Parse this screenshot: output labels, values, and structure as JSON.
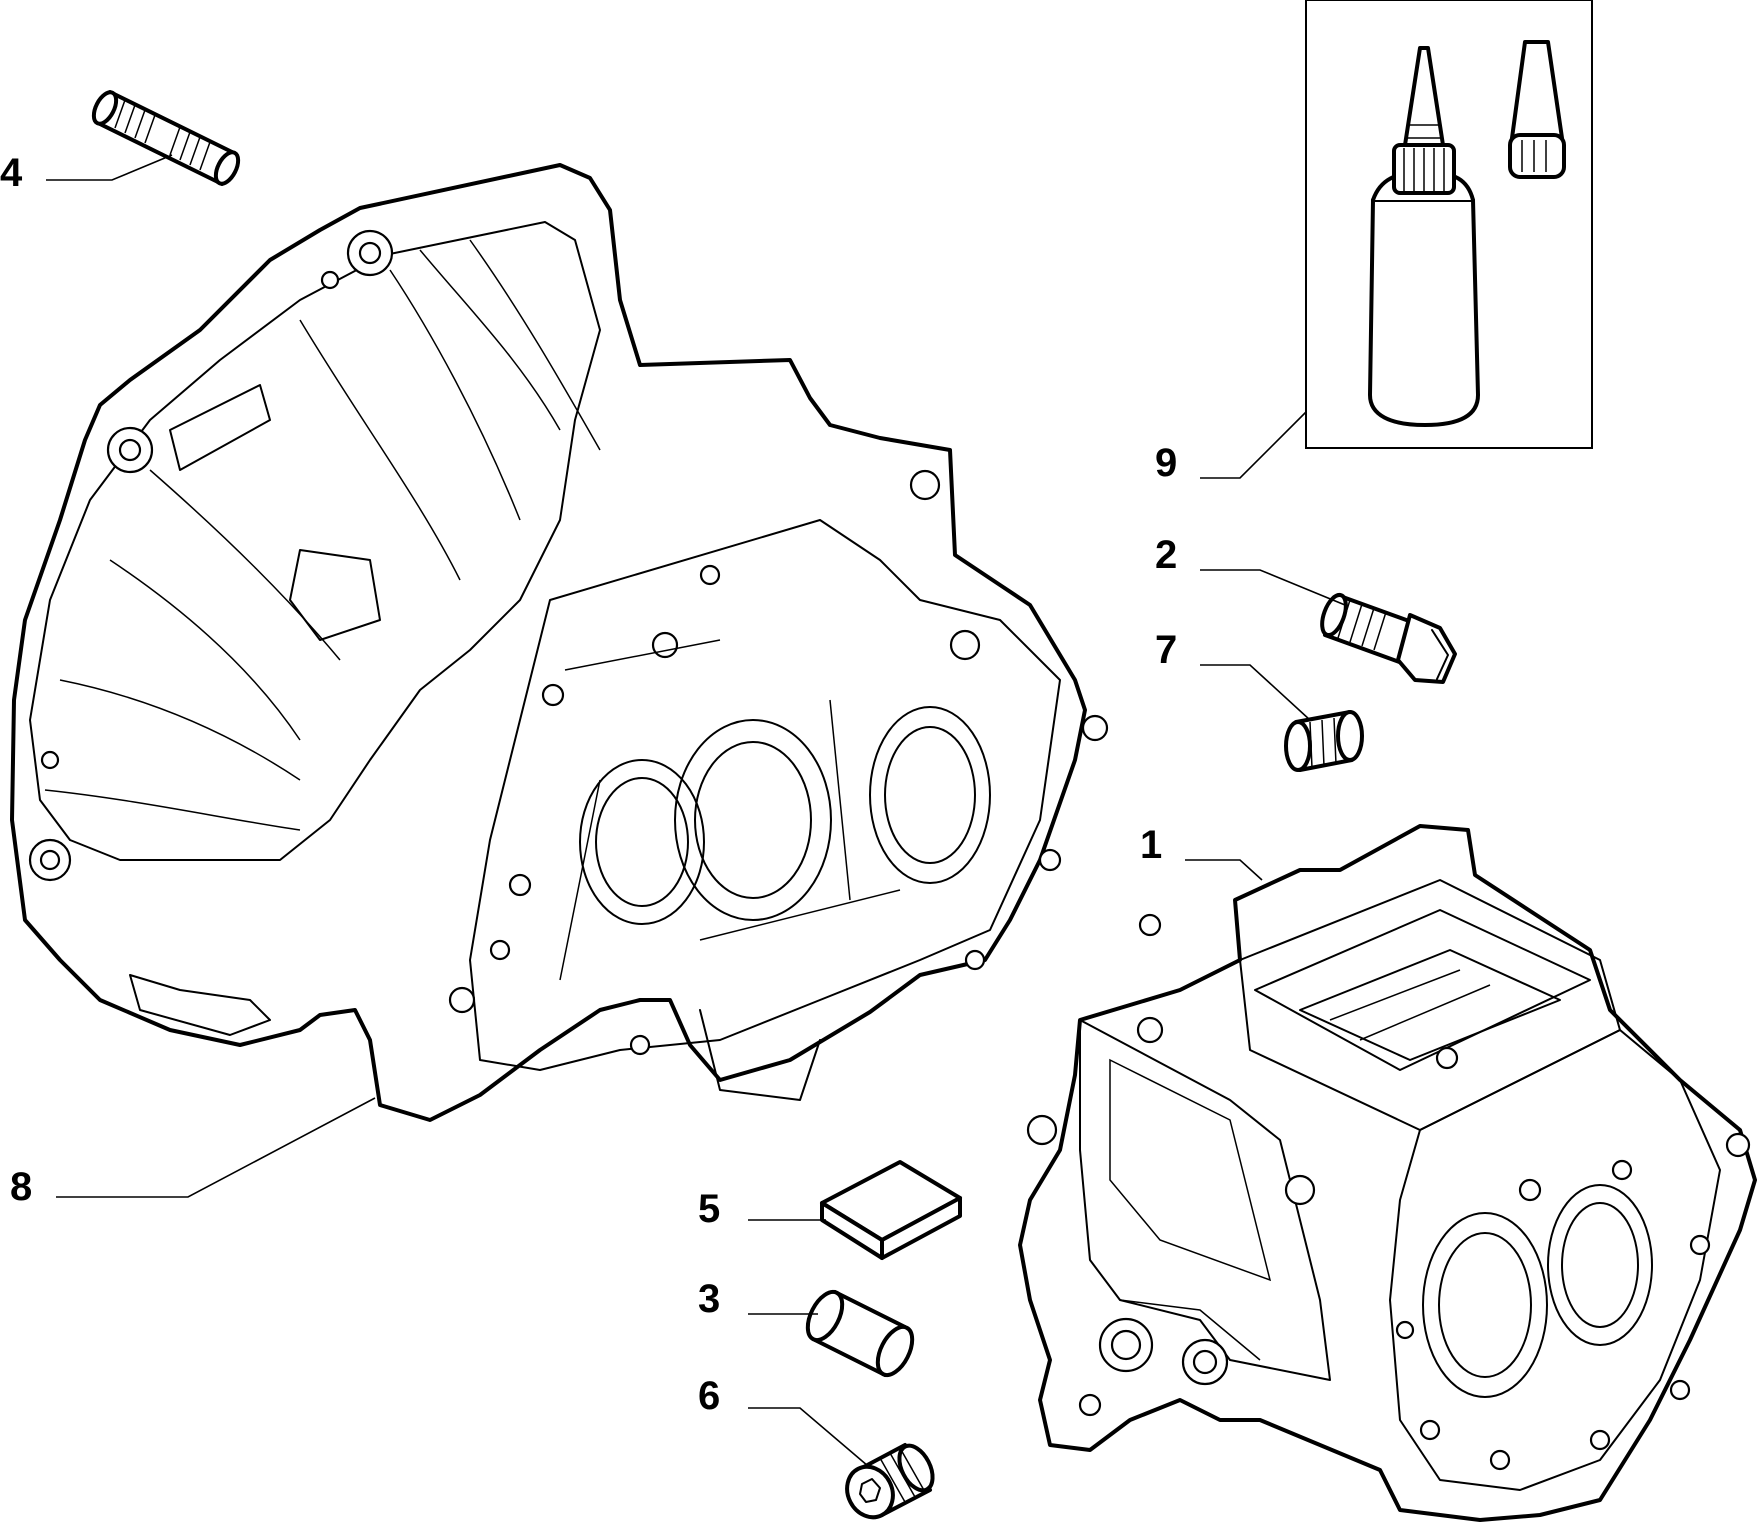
{
  "callouts": [
    {
      "id": "4",
      "label": "4"
    },
    {
      "id": "8",
      "label": "8"
    },
    {
      "id": "9",
      "label": "9"
    },
    {
      "id": "2",
      "label": "2"
    },
    {
      "id": "7",
      "label": "7"
    },
    {
      "id": "1",
      "label": "1"
    },
    {
      "id": "5",
      "label": "5"
    },
    {
      "id": "3",
      "label": "3"
    },
    {
      "id": "6",
      "label": "6"
    }
  ]
}
